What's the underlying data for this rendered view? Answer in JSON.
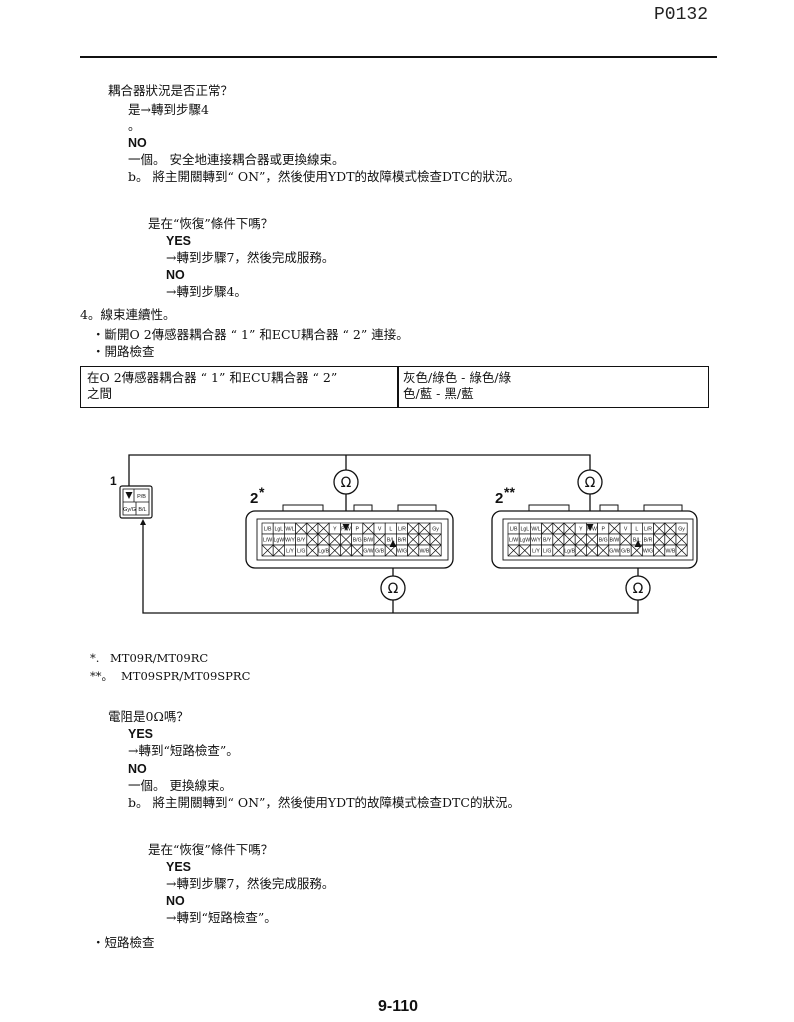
{
  "page": {
    "code": "P0132",
    "page_number": "9-110"
  },
  "check1": {
    "question": "耦合器狀況是否正常？",
    "yes_text": "是→轉到步驟4",
    "yes_text_cont": "。",
    "no_label": "NO",
    "no_step_a": "一個。 安全地連接耦合器或更換線束。",
    "no_step_b": "b。 將主開關轉到“ ON”，然後使用YDT的故障模式檢查DTC的狀況。",
    "recovery_question": "是在“恢復”條件下嗎？",
    "recovery_yes_label": "YES",
    "recovery_yes_action": "→轉到步驟7，然後完成服務。",
    "recovery_no_label": "NO",
    "recovery_no_action": "→轉到步驟4。"
  },
  "step4": {
    "title": "4。線束連續性。",
    "bullets": [
      "・斷開O 2傳感器耦合器 “ 1” 和ECU耦合器 “ 2” 連接。",
      "・開路檢查"
    ]
  },
  "spec_table": {
    "between": [
      "在O 2傳感器耦合器 “ 1” 和ECU耦合器 “ 2”",
      "之間"
    ],
    "wires": [
      "灰色/綠色 - 綠色/綠",
      "色/藍 - 黑/藍"
    ]
  },
  "diagram": {
    "meter_symbol": "Ω",
    "coupler1": {
      "label": "1",
      "pins": [
        "P/B",
        "Gy/G",
        "B/L"
      ]
    },
    "ecu_couplers": [
      {
        "number": "2",
        "mark": "*"
      },
      {
        "number": "2",
        "mark": "**"
      }
    ],
    "ecu_pins": [
      [
        "L/B",
        "LgL",
        "W/L",
        null,
        null,
        null,
        "Y",
        "P/W",
        "P",
        null,
        "V",
        "L",
        "L/R",
        null,
        null,
        "Gy"
      ],
      [
        "L/W",
        "LgW",
        "W/Y",
        "B/Y",
        null,
        null,
        null,
        null,
        "B/G",
        "B/W",
        null,
        "B/L",
        "B/R",
        null,
        null,
        null
      ],
      [
        null,
        null,
        "L/Y",
        "L/G",
        null,
        "Lg/B",
        null,
        null,
        null,
        "G/W",
        "G/B",
        null,
        "W/G",
        null,
        "W/B",
        null
      ]
    ]
  },
  "footnotes": [
    {
      "mark": "*.",
      "text": "MT09R/MT09RC"
    },
    {
      "mark": "**。",
      "text": "MT09SPR/MT09SPRC"
    }
  ],
  "check2": {
    "question": "電阻是0Ω嗎？",
    "yes_label": "YES",
    "yes_action": "→轉到“短路檢查”。",
    "no_label": "NO",
    "no_step_a": "一個。 更換線束。",
    "no_step_b": "b。 將主開關轉到“ ON”，然後使用YDT的故障模式檢查DTC的狀況。",
    "recovery_question": "是在“恢復”條件下嗎？",
    "recovery_yes_label": "YES",
    "recovery_yes_action": "→轉到步驟7，然後完成服務。",
    "recovery_no_label": "NO",
    "recovery_no_action": "→轉到“短路檢查”。"
  },
  "next_check": "・短路檢查"
}
